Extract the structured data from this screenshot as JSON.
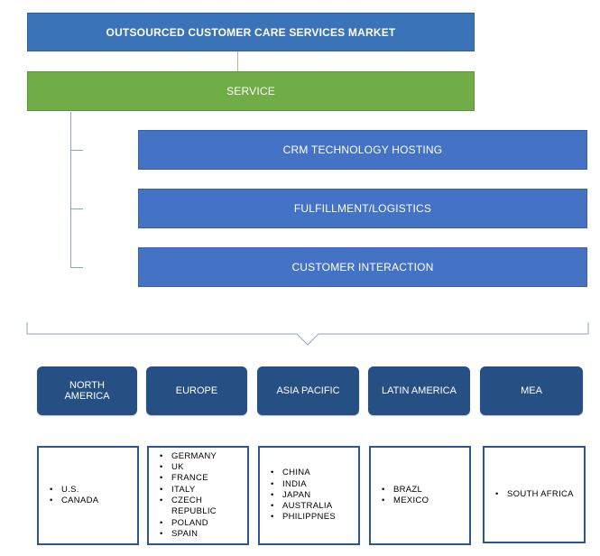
{
  "title": "OUTSOURCED CUSTOMER CARE SERVICES MARKET",
  "segment": {
    "label": "SERVICE",
    "items": [
      "CRM TECHNOLOGY HOSTING",
      "FULFILLMENT/LOGISTICS",
      "CUSTOMER INTERACTION"
    ]
  },
  "regions": [
    {
      "label": "NORTH\nAMERICA",
      "countries": [
        "U.S.",
        "CANADA"
      ]
    },
    {
      "label": "EUROPE",
      "countries": [
        "GERMANY",
        "UK",
        "FRANCE",
        "ITALY",
        "CZECH REPUBLIC",
        "POLAND",
        "SPAIN"
      ]
    },
    {
      "label": "ASIA PACIFIC",
      "countries": [
        "CHINA",
        "INDIA",
        "JAPAN",
        "AUSTRALIA",
        "PHILIPPNES"
      ]
    },
    {
      "label": "LATIN AMERICA",
      "countries": [
        "BRAZL",
        "MEXICO"
      ]
    },
    {
      "label": "MEA",
      "countries": [
        "SOUTH AFRICA"
      ]
    }
  ],
  "colors": {
    "title_bar": "#3a73b8",
    "service_bar": "#70ad47",
    "sub_bars": "#4472c4",
    "region_boxes": "#264f84",
    "country_box_border": "#2f5597"
  }
}
